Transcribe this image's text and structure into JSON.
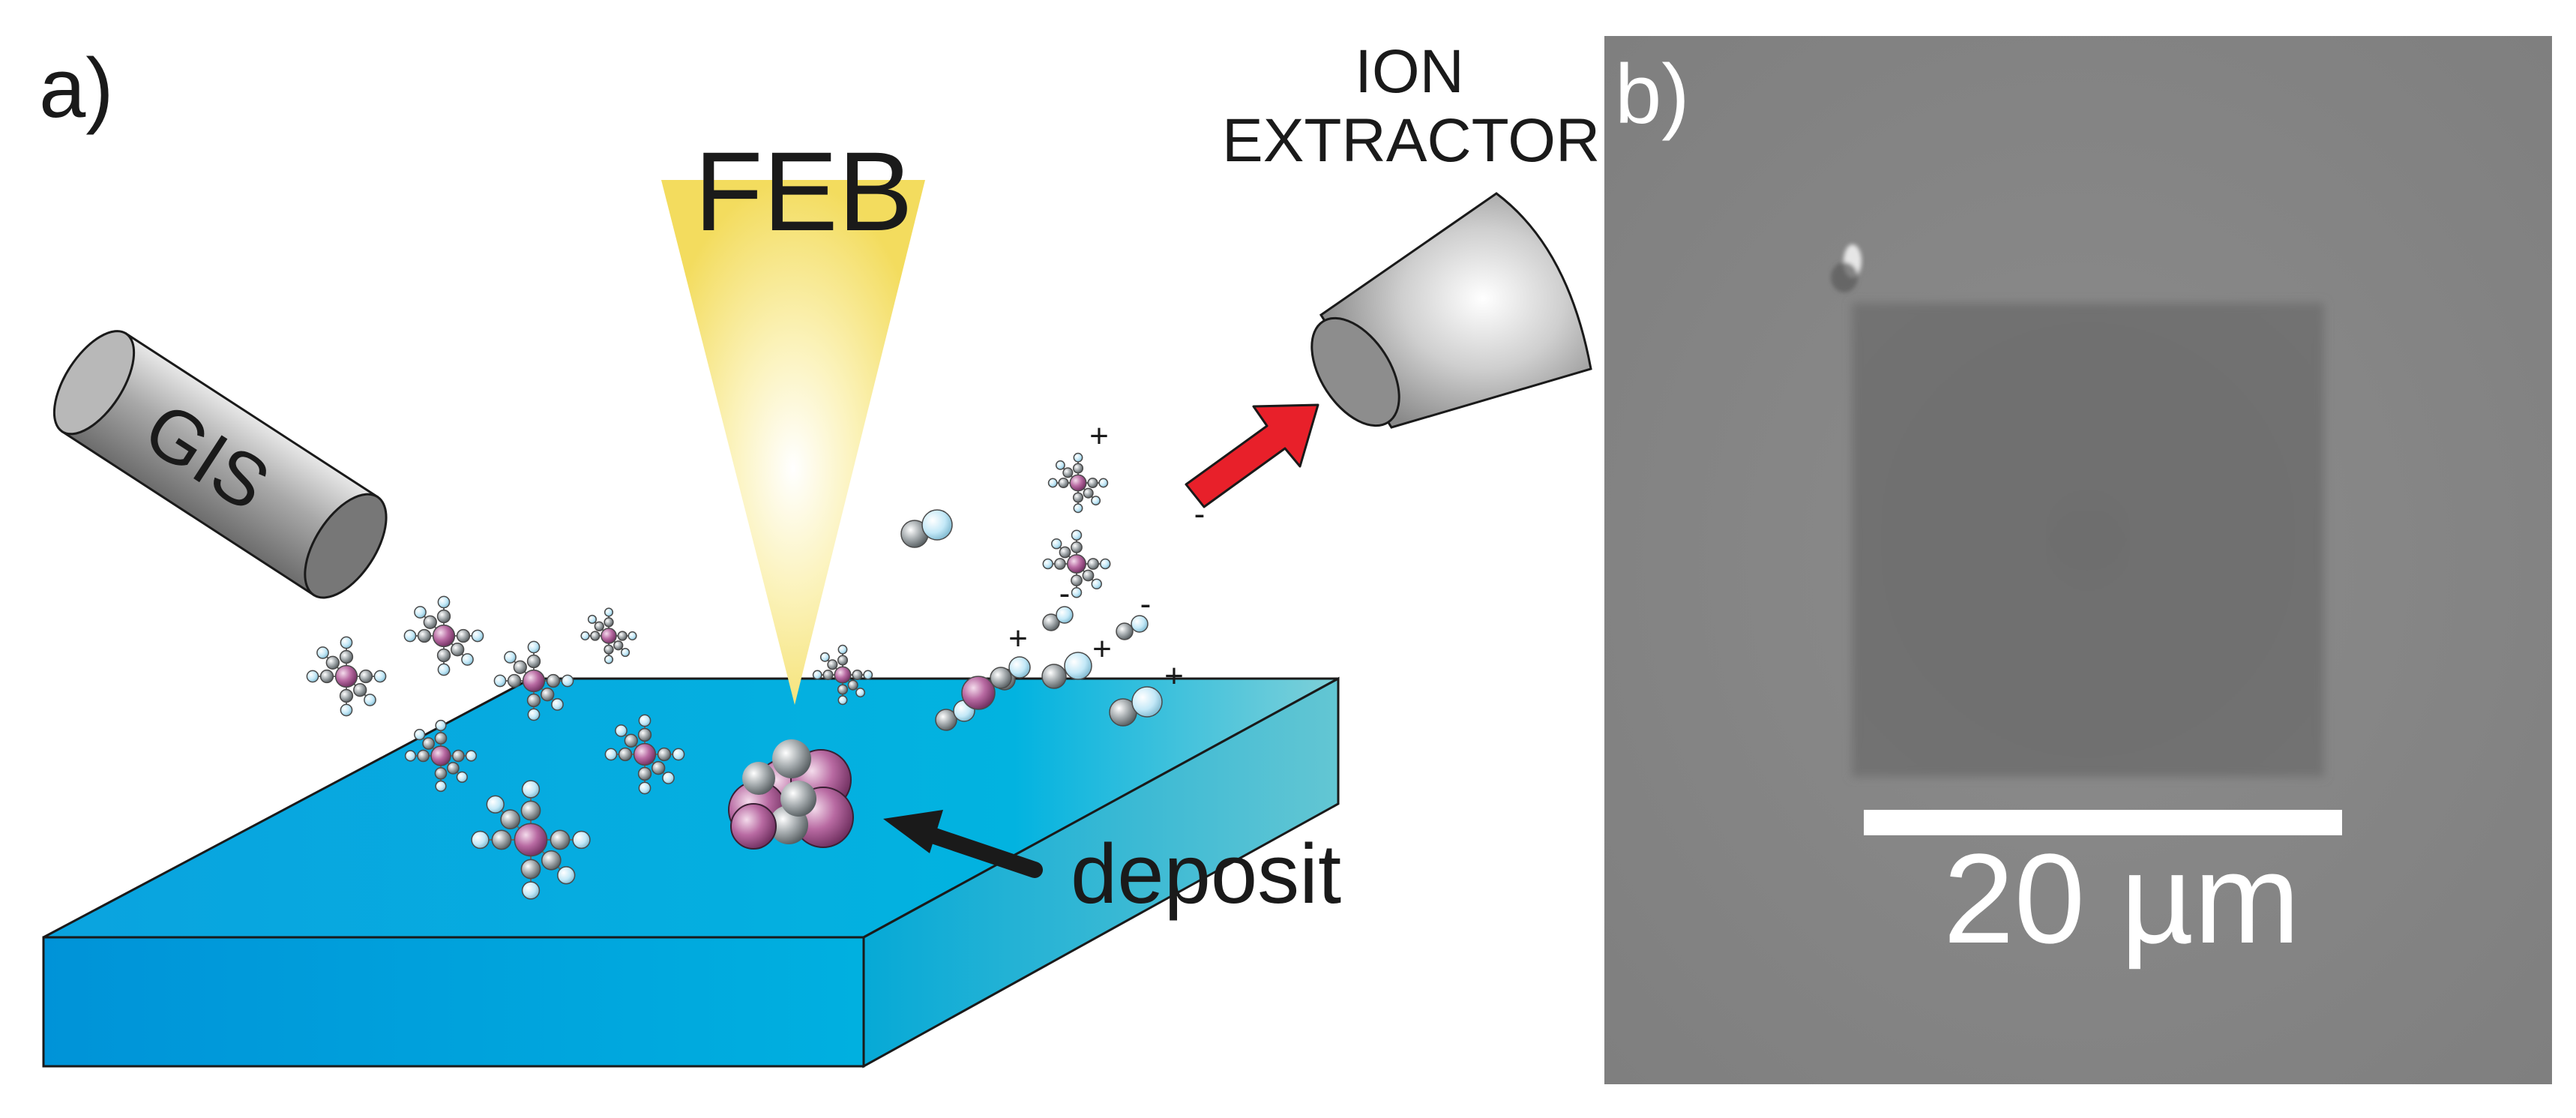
{
  "panel_a": {
    "label": "a)",
    "beam_label": "FEB",
    "gis_label": "GIS",
    "extractor_label_line1": "ION",
    "extractor_label_line2": "EXTRACTOR",
    "deposit_label": "deposit",
    "charge_plus": "+",
    "charge_minus": "-",
    "colors": {
      "substrate": "#00a9e0",
      "beam": "#f7e27a",
      "arrow": "#e8202a",
      "metal_atom": "#b0649a",
      "ligand_atom": "#bfe6f5",
      "carbon_atom": "#9aa2a6"
    }
  },
  "panel_b": {
    "label": "b)",
    "scale_bar_label": "20 µm"
  }
}
